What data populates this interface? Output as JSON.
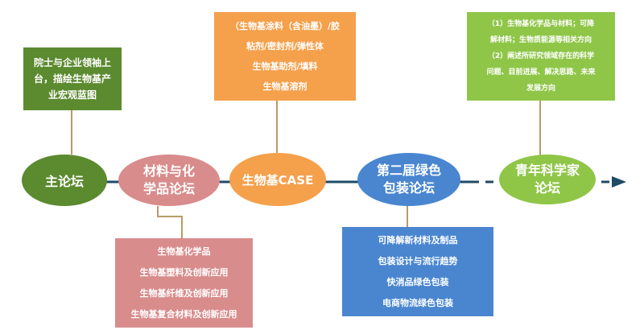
{
  "colors": {
    "timeline": "#1f4a66",
    "green_dark": "#5b8a2f",
    "green_light": "#8fc648",
    "pink": "#d98c8c",
    "orange": "#f5a04b",
    "blue": "#4a86d0",
    "connector": "#b99a6a"
  },
  "nodes": {
    "main_forum": {
      "label": "主论坛"
    },
    "materials_forum": {
      "lines": [
        "材料与化",
        "学品论坛"
      ]
    },
    "case": {
      "label": "生物基CASE"
    },
    "packaging_forum": {
      "lines": [
        "第二届绿色",
        "包装论坛"
      ]
    },
    "young_scientist": {
      "lines": [
        "青年科学家",
        "论坛"
      ]
    }
  },
  "boxes": {
    "main_forum_desc": {
      "lines": [
        "院士与企业领袖上",
        "台，描绘生物基产",
        "业宏观蓝图"
      ]
    },
    "case_desc": {
      "lines": [
        "（生物基涂料（含油墨）/胶",
        "粘剂/密封剂/弹性体",
        "生物基助剂/填料",
        "生物基溶剂"
      ]
    },
    "young_desc": {
      "lines": [
        "（1）生物基化学品与材料；可降",
        "解材料；生物质能源等相关方向",
        "（2）阐述所研究领域存在的科学",
        "问题、目前进展、解决思路、未来",
        "发展方向"
      ]
    },
    "materials_desc": {
      "lines": [
        "生物基化学品",
        "生物基塑料及创新应用",
        "生物基纤维及创新应用",
        "生物基复合材料及创新应用"
      ]
    },
    "packaging_desc": {
      "lines": [
        "可降解新材料及制品",
        "包装设计与流行趋势",
        "快消品绿色包装",
        "电商物流绿色包装"
      ]
    }
  }
}
